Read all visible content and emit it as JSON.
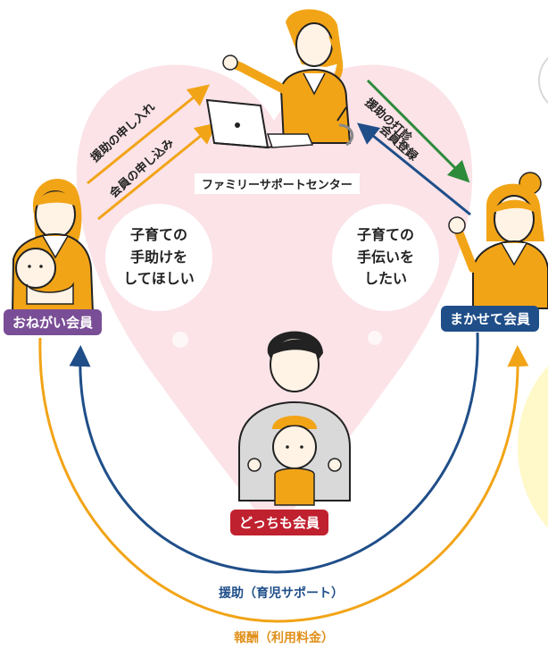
{
  "colors": {
    "heart": "#fbe3e8",
    "orange": "#f2a417",
    "navy": "#1f4e89",
    "green": "#2e8b3a",
    "purple": "#7a4e96",
    "blue_badge": "#1f4e89",
    "red_badge": "#c0212f",
    "yellow_blob": "#fff8c8"
  },
  "center": {
    "label": "ファミリーサポートセンター"
  },
  "left_arrows": {
    "top": "援助の申し入れ",
    "bottom": "会員の申し込み"
  },
  "right_arrows": {
    "top": "援助の打診",
    "bottom": "会員登録"
  },
  "left_bubble": {
    "line1": "子育ての",
    "line2": "手助けを",
    "line3": "してほしい"
  },
  "right_bubble": {
    "line1": "子育ての",
    "line2": "手伝いを",
    "line3": "したい"
  },
  "badges": {
    "left": "おねがい会員",
    "right": "まかせて会員",
    "bottom": "どっちも会員"
  },
  "bottom_arrows": {
    "inner": "援助（育児サポート）",
    "outer": "報酬（利用料金）"
  },
  "icons": {
    "center_figure": "woman-laptop-icon",
    "left_figure": "mother-baby-icon",
    "right_figure": "woman-ok-sign-icon",
    "bottom_figure": "father-baby-icon"
  }
}
